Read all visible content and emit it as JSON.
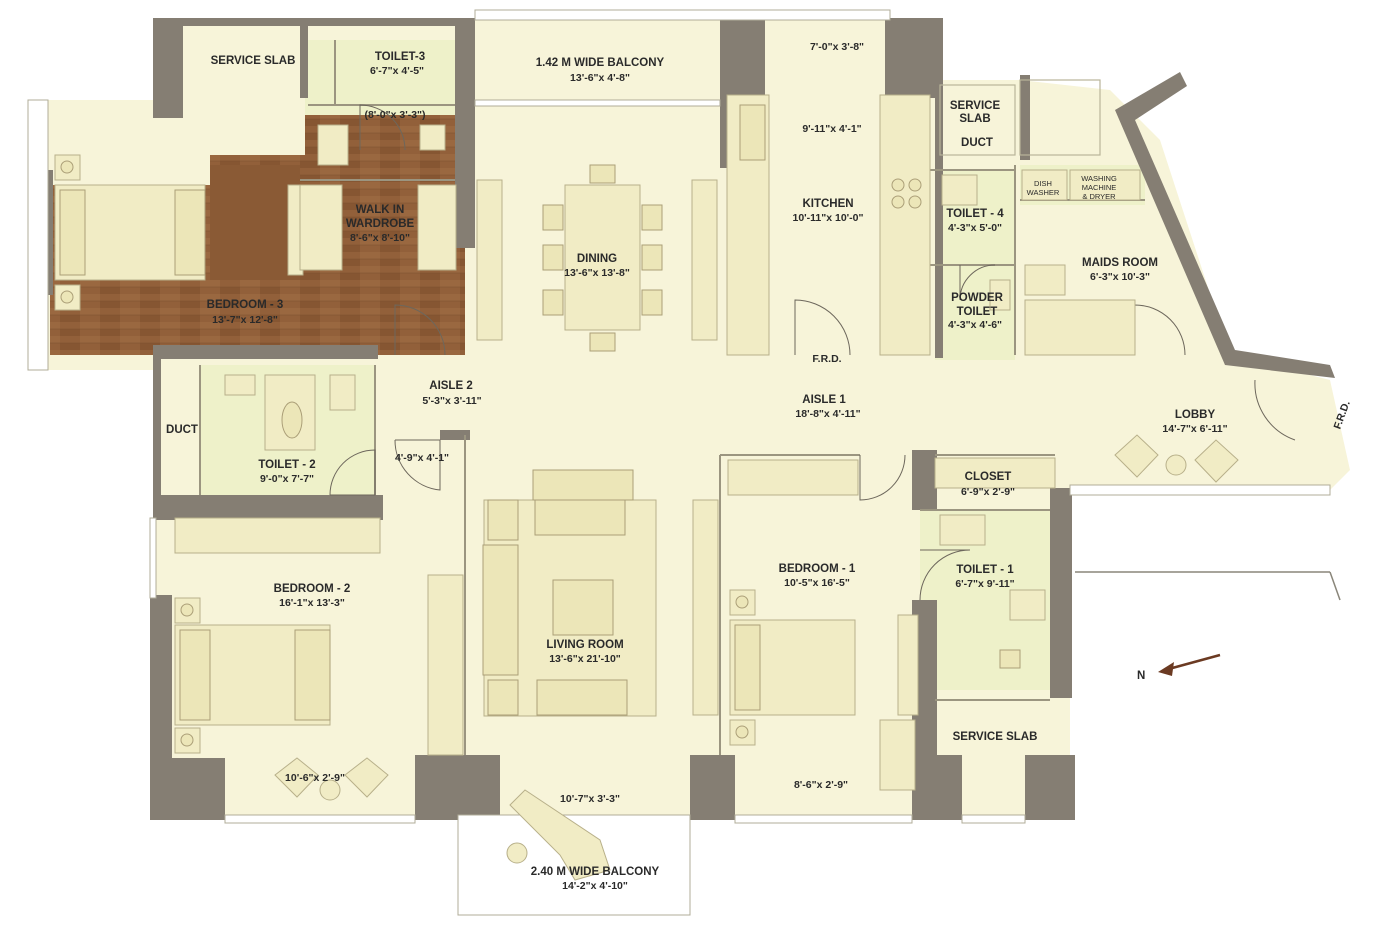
{
  "rooms": {
    "service_slab_1": {
      "name": "SERVICE SLAB"
    },
    "toilet_3": {
      "name": "TOILET-3",
      "dim": "6'-7\"x 4'-5\"",
      "dim2": "(8'-0\"x 3'-3\")"
    },
    "balcony_top": {
      "name": "1.42 M WIDE BALCONY",
      "dim": "13'-6\"x 4'-8\""
    },
    "kitchen": {
      "name": "KITCHEN",
      "dim": "10'-11\"x 10'-0\"",
      "dim_top": "7'-0\"x 3'-8\"",
      "dim_mid": "9'-11\"x 4'-1\""
    },
    "service_slab_2": {
      "name_line1": "SERVICE",
      "name_line2": "SLAB"
    },
    "duct_top": {
      "name": "DUCT"
    },
    "dish_washer": {
      "line1": "DISH",
      "line2": "WASHER"
    },
    "washing_machine": {
      "line1": "WASHING",
      "line2": "MACHINE",
      "line3": "& DRYER"
    },
    "walk_in_wardrobe": {
      "line1": "WALK IN",
      "line2": "WARDROBE",
      "dim": "8'-6\"x 8'-10\""
    },
    "bedroom_3": {
      "name": "BEDROOM - 3",
      "dim": "13'-7\"x 12'-8\""
    },
    "dining": {
      "name": "DINING",
      "dim": "13'-6\"x 13'-8\""
    },
    "toilet_4": {
      "name": "TOILET - 4",
      "dim": "4'-3\"x 5'-0\""
    },
    "maids_room": {
      "name": "MAIDS ROOM",
      "dim": "6'-3\"x 10'-3\""
    },
    "powder_toilet": {
      "line1": "POWDER",
      "line2": "TOILET",
      "dim": "4'-3\"x 4'-6\""
    },
    "frd_1": {
      "name": "F.R.D."
    },
    "frd_2": {
      "name": "F.R.D."
    },
    "aisle_2": {
      "name": "AISLE 2",
      "dim": "5'-3\"x 3'-11\""
    },
    "aisle_1": {
      "name": "AISLE 1",
      "dim": "18'-8\"x 4'-11\""
    },
    "lobby": {
      "name": "LOBBY",
      "dim": "14'-7\"x 6'-11\""
    },
    "duct_left": {
      "name": "DUCT"
    },
    "toilet_2": {
      "name": "TOILET - 2",
      "dim": "9'-0\"x 7'-7\"",
      "dim_side": "4'-9\"x 4'-1\""
    },
    "closet": {
      "name": "CLOSET",
      "dim": "6'-9\"x 2'-9\""
    },
    "bedroom_2": {
      "name": "BEDROOM - 2",
      "dim": "16'-1\"x 13'-3\"",
      "dim_bottom": "10'-6\"x 2'-9\""
    },
    "bedroom_1": {
      "name": "BEDROOM - 1",
      "dim": "10'-5\"x 16'-5\"",
      "dim_bottom": "8'-6\"x 2'-9\""
    },
    "toilet_1": {
      "name": "TOILET - 1",
      "dim": "6'-7\"x 9'-11\""
    },
    "living_room": {
      "name": "LIVING ROOM",
      "dim": "13'-6\"x 21'-10\""
    },
    "service_slab_3": {
      "name": "SERVICE SLAB"
    },
    "balcony_bottom": {
      "name": "2.40 M WIDE BALCONY",
      "dim": "14'-2\"x 4'-10\"",
      "dim_top": "10'-7\"x 3'-3\""
    }
  },
  "north": {
    "label": "N"
  },
  "colors": {
    "floor": "#f7f4d9",
    "wall": "#857e73",
    "wood": "#8c5a34"
  }
}
